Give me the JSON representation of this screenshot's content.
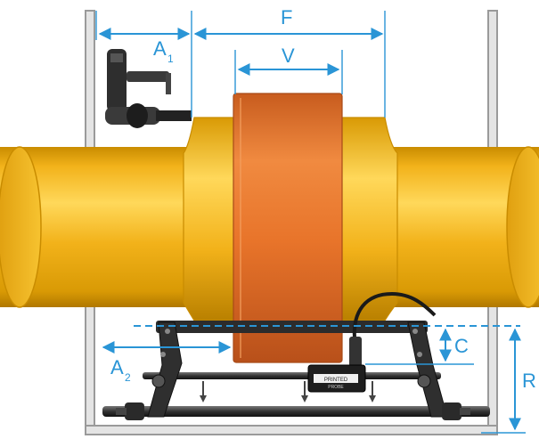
{
  "labels": {
    "a1_main": "A",
    "a1_sub": "1",
    "f": "F",
    "v": "V",
    "a2_main": "A",
    "a2_sub": "2",
    "c": "C",
    "r": "R"
  },
  "sensor_text": {
    "label_top": "PRINTED",
    "label_bottom": "PROBE"
  },
  "colors": {
    "pipe": "#f2b21a",
    "pipe_shadow": "#c98c00",
    "pipe_highlight": "#ffd85a",
    "heater_band": "#e8742a",
    "heater_shadow": "#b8501a",
    "dimension": "#2a95d6",
    "frame": "#9a9a9a",
    "clamp": "#3a3a3a"
  }
}
